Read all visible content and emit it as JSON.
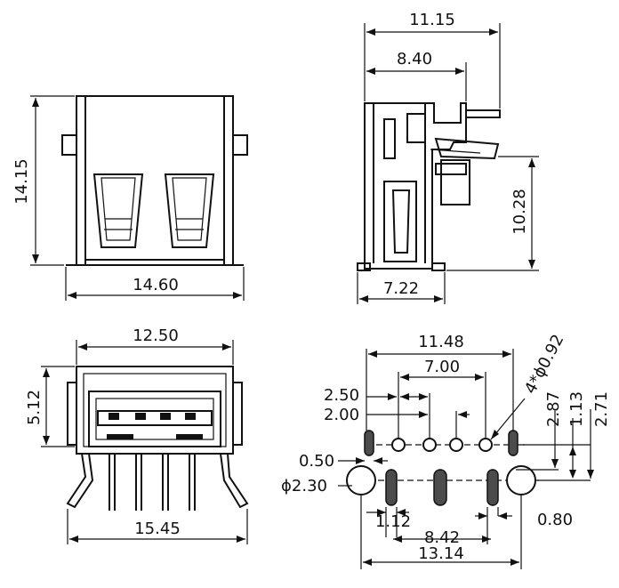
{
  "dimensions": {
    "front_height": "14.15",
    "front_width": "14.60",
    "side_overall": "11.15",
    "side_body": "8.40",
    "side_pin_height": "10.28",
    "side_base": "7.22",
    "bottom_width": "12.50",
    "bottom_height": "5.12",
    "bottom_overall": "15.45",
    "pcb_pin_span": "11.48",
    "pcb_inner_span": "7.00",
    "pcb_pitch_250": "2.50",
    "pcb_pitch_200": "2.00",
    "pcb_hole_callout": "4*ϕ0.92",
    "pcb_offset_287": "2.87",
    "pcb_offset_113": "1.13",
    "pcb_offset_271": "2.71",
    "pcb_slot_050": "0.50",
    "pcb_post_dia": "ϕ2.30",
    "pcb_slot_112": "1.12",
    "pcb_slot_842": "8.42",
    "pcb_slot_080": "0.80",
    "pcb_overall": "13.14"
  }
}
